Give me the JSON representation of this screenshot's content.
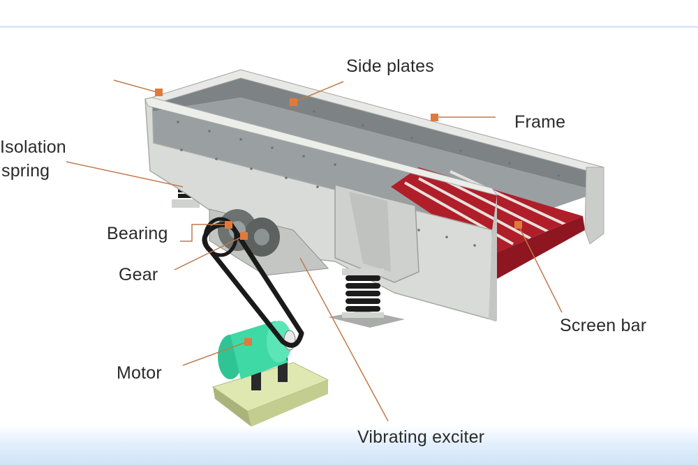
{
  "labels": {
    "side_plates": "Side plates",
    "frame": "Frame",
    "isolation_spring_line1": "Isolation",
    "isolation_spring_line2": "spring",
    "bearing": "Bearing",
    "gear": "Gear",
    "motor": "Motor",
    "vibrating_exciter": "Vibrating exciter",
    "screen_bar": "Screen bar"
  },
  "colors": {
    "steel": "#d9dbd8",
    "steel_dark": "#b4b7b3",
    "trough_floor": "#8f9495",
    "screen_bar": "#b01e2a",
    "motor": "#3fd9a6",
    "marker": "#e07a3a",
    "leader": "#c07a4a",
    "spring": "#1c1c1c"
  }
}
